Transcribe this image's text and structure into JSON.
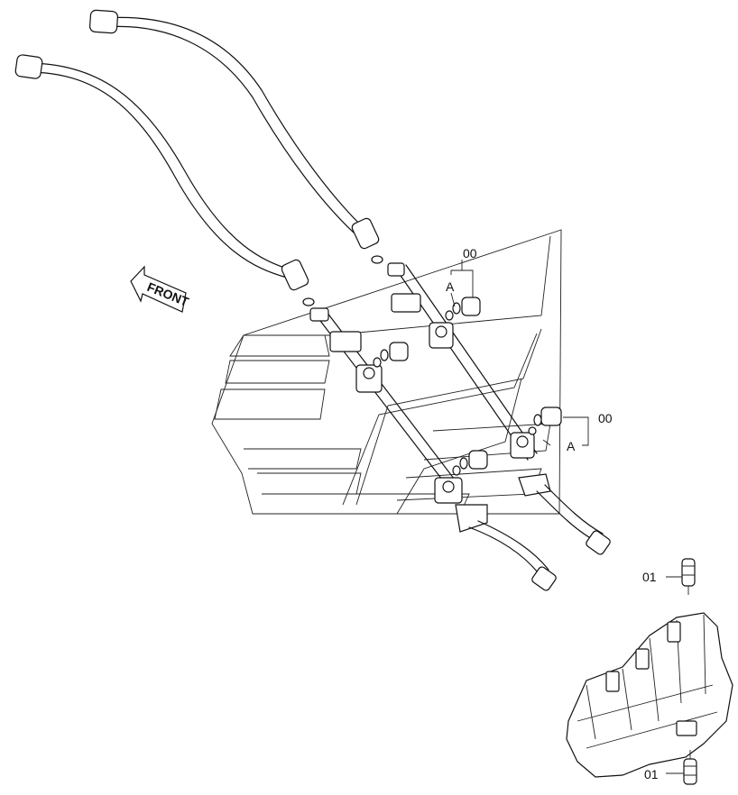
{
  "labels": {
    "front": "FRONT",
    "callout_00": "00",
    "callout_A": "A",
    "callout_01": "01"
  }
}
